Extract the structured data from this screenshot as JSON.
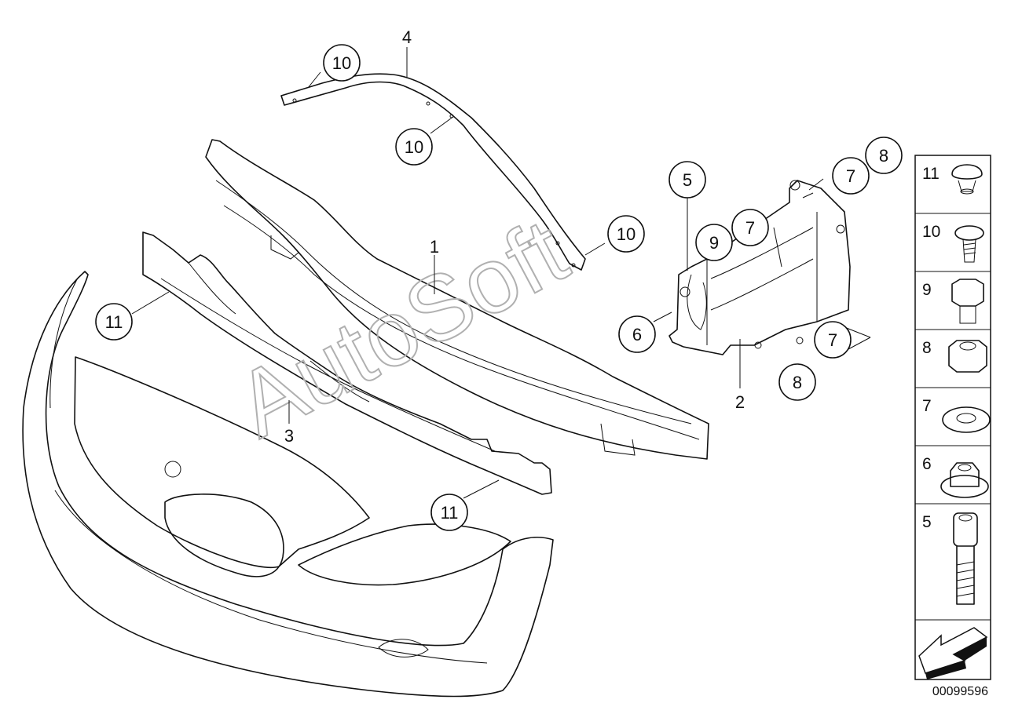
{
  "diagram": {
    "code": "00099596",
    "watermark": "AutoSoft",
    "callouts": {
      "c10a": "10",
      "c10b": "10",
      "c10c": "10",
      "c11a": "11",
      "c11b": "11",
      "c5": "5",
      "c6": "6",
      "c9": "9",
      "c7a": "7",
      "c7b": "7",
      "c7c": "7",
      "c8a": "8",
      "c8b": "8"
    },
    "labels": {
      "l1": "1",
      "l2": "2",
      "l3": "3",
      "l4": "4"
    },
    "legend": [
      "11",
      "10",
      "9",
      "8",
      "7",
      "6",
      "5"
    ]
  }
}
